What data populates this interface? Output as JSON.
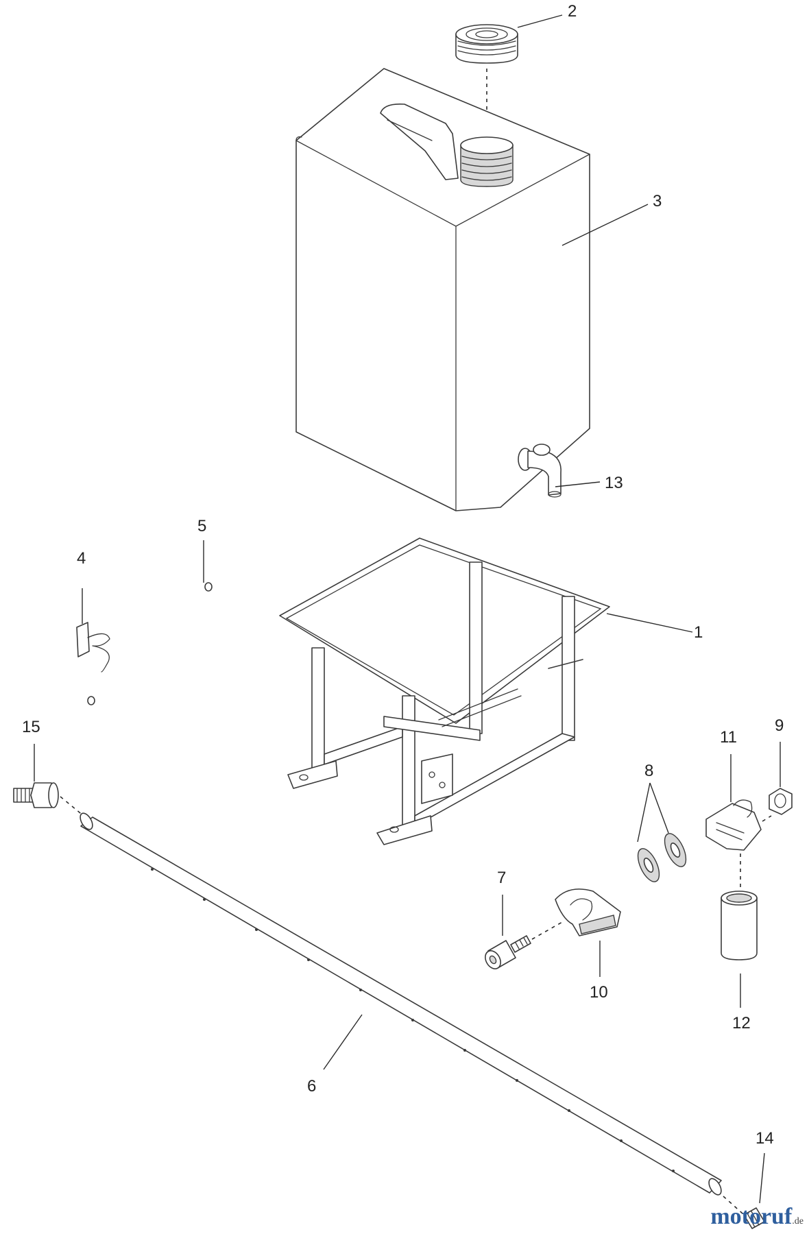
{
  "callouts": {
    "c1": "1",
    "c2": "2",
    "c3": "3",
    "c4": "4",
    "c5": "5",
    "c6": "6",
    "c7": "7",
    "c8": "8",
    "c9": "9",
    "c10": "10",
    "c11": "11",
    "c12": "12",
    "c13": "13",
    "c14": "14",
    "c15": "15"
  },
  "watermark": {
    "main": "motoruf",
    "suffix": ".de"
  },
  "colors": {
    "line": "#3a3a3a",
    "watermark": "#2f5f9e"
  }
}
